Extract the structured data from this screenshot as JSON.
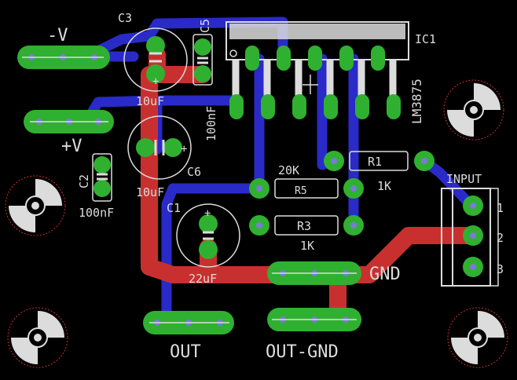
{
  "labels": {
    "neg_v": "-V",
    "pos_v": "+V",
    "out": "OUT",
    "out_gnd": "OUT-GND",
    "gnd": "GND",
    "input": "INPUT",
    "pin1": "1",
    "pin2": "2",
    "pin3": "3",
    "ic1": "IC1",
    "ic1_value": "LM3875"
  },
  "components": {
    "c1": {
      "name": "C1",
      "value": "22uF"
    },
    "c2": {
      "name": "C2",
      "value": "100nF"
    },
    "c3": {
      "name": "C3",
      "value": "10uF"
    },
    "c5": {
      "name": "C5",
      "value": "100nF"
    },
    "c6": {
      "name": "C6",
      "value": "10uF"
    },
    "r1": {
      "name": "R1",
      "value": "1K"
    },
    "r3": {
      "name": "R3",
      "value": "1K"
    },
    "r5": {
      "name": "R5",
      "value": "20K"
    }
  },
  "colors": {
    "board": "#000000",
    "top_copper": "#c83030",
    "bottom_copper": "#2a2ac8",
    "pad": "#30b030",
    "silkscreen": "#dcdcdc",
    "drill": "#7a7ad8"
  }
}
